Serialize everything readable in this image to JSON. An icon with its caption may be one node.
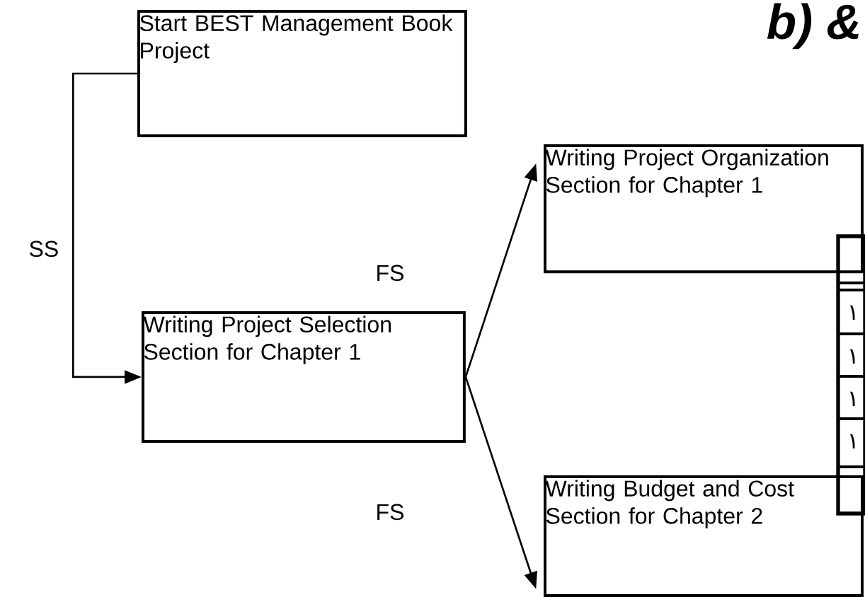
{
  "diagram": {
    "title": "b) &",
    "nodes": [
      {
        "text": [
          "Start BEST Management Book Project"
        ]
      },
      {
        "text": [
          "Writing Project Selection Section for Chapter 1"
        ]
      },
      {
        "text": [
          "Writing Project Organization Section for Chapter 1"
        ]
      },
      {
        "text": [
          "Writing Budget and Cost Section for Chapter 2"
        ]
      }
    ],
    "edges": [
      {
        "from": 0,
        "to": 1,
        "arrow": "to",
        "label": "SS"
      },
      {
        "from": 1,
        "to": 2,
        "arrow": "to",
        "label": "FS"
      },
      {
        "from": 1,
        "to": 3,
        "arrow": "to",
        "label": "FS"
      }
    ],
    "labels": [
      "١",
      "١",
      "١",
      "١"
    ]
  }
}
